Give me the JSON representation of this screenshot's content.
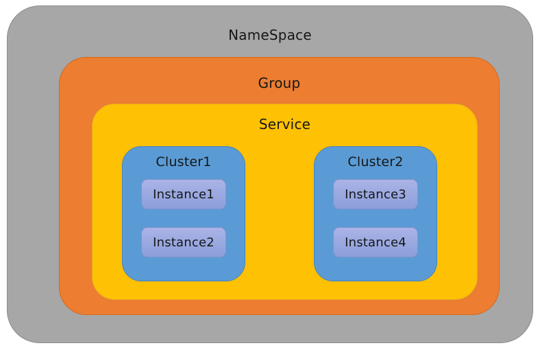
{
  "diagram": {
    "namespace": {
      "label": "NameSpace"
    },
    "group": {
      "label": "Group"
    },
    "service": {
      "label": "Service"
    },
    "clusters": [
      {
        "label": "Cluster1",
        "instances": [
          "Instance1",
          "Instance2"
        ]
      },
      {
        "label": "Cluster2",
        "instances": [
          "Instance3",
          "Instance4"
        ]
      }
    ],
    "colors": {
      "namespace_fill": "#a7a7a7",
      "namespace_border": "#898989",
      "group_fill": "#ec7d31",
      "group_border": "#d2691c",
      "service_fill": "#ffc103",
      "service_border": "#e5a823",
      "cluster_fill": "#5b9bd5",
      "cluster_border": "#4a7fbd",
      "instance_fill_top": "#aab3e7",
      "instance_fill_bottom": "#8b9fd9",
      "instance_border": "#8191cf"
    }
  }
}
